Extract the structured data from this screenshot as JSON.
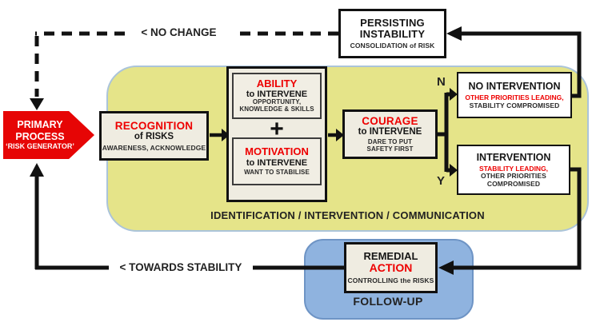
{
  "labels": {
    "no_change": "< NO CHANGE",
    "towards_stability": "< TOWARDS STABILITY",
    "branch_n": "N",
    "branch_y": "Y",
    "identification_band": "IDENTIFICATION / INTERVENTION / COMMUNICATION",
    "follow_up": "FOLLOW-UP",
    "plus": "+"
  },
  "nodes": {
    "primary_process": {
      "line1": "PRIMARY",
      "line2": "PROCESS",
      "line3": "‘RISK GENERATOR’"
    },
    "persisting_instability": {
      "line1": "PERSISTING",
      "line2": "INSTABILITY",
      "sub": "CONSOLIDATION of RISK"
    },
    "recognition": {
      "title": "RECOGNITION",
      "subtitle": "of RISKS",
      "sub": "AWARENESS, ACKNOWLEDGE"
    },
    "ability": {
      "title": "ABILITY",
      "subtitle": "to INTERVENE",
      "sub1": "OPPORTUNITY,",
      "sub2": "KNOWLEDGE & SKILLS"
    },
    "motivation": {
      "title": "MOTIVATION",
      "subtitle": "to INTERVENE",
      "sub": "WANT TO STABILISE"
    },
    "courage": {
      "title": "COURAGE",
      "subtitle": "to INTERVENE",
      "sub1": "DARE TO PUT",
      "sub2": "SAFETY FIRST"
    },
    "no_intervention": {
      "title": "NO INTERVENTION",
      "red_line": "OTHER PRIORITIES LEADING,",
      "black_line": "STABILITY COMPROMISED"
    },
    "intervention": {
      "title": "INTERVENTION",
      "red_line": "STABILITY LEADING,",
      "black_line1": "OTHER PRIORITIES",
      "black_line2": "COMPROMISED"
    },
    "remedial_action": {
      "line1": "REMEDIAL",
      "line2": "ACTION",
      "sub": "CONTROLLING the RISKS"
    }
  },
  "colors": {
    "accent_red": "#ee0000",
    "process_arrow_red": "#e60505",
    "panel_yellow": "#e5e489",
    "panel_yellow_border": "#abc4da",
    "panel_blue": "#8fb3df",
    "panel_blue_border": "#6e94c5",
    "box_cream": "#efece1",
    "line_black": "#111111"
  }
}
